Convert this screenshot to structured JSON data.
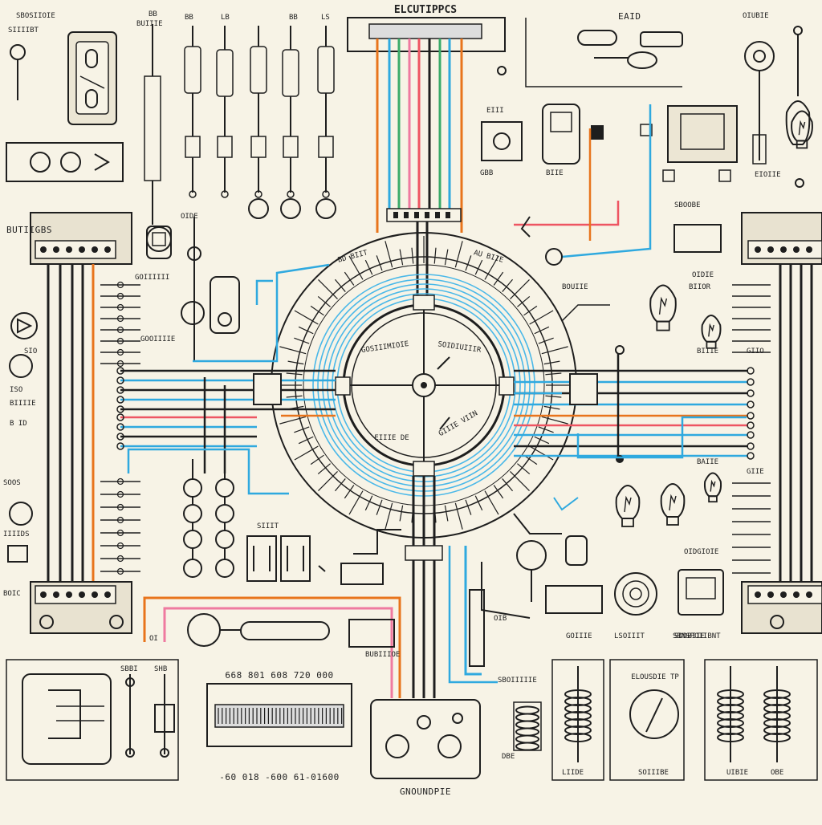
{
  "diagram": {
    "header_label": "ELCUTIPPCS",
    "top_right_label": "EAID",
    "left_title": "BUTIIGBS",
    "bottom_center_label": "GNOUNDPIE",
    "bottom_scale_left": "668 801 608 720 000",
    "bottom_scale_right": "-60 018 -600 61-01600",
    "top_left_labels": [
      "SBOSIIOIE",
      "SIIIIBT",
      "BB",
      "BUIIIE",
      "BB",
      "LB",
      "BB",
      "LS"
    ],
    "hub_labels": [
      "GOSIIIMIOIE",
      "SOIDIUIIIR",
      "EIIIE DE",
      "GIIIE VIIN",
      "BD BIIT",
      "AU BIIE"
    ],
    "left_side_labels": [
      "BIIIIE",
      "SIO",
      "ISO",
      "B ID",
      "IIIIDS",
      "SOOS",
      "BOIC"
    ],
    "right_side_labels": [
      "GIIO",
      "GIIE",
      "OIDIE",
      "BIIOR",
      "BAIIE",
      "OIDGIOIE",
      "SDDBIIE"
    ],
    "bottom_labels": [
      "LIIDE",
      "LSOIIIT",
      "SBNSPOIIBNT",
      "UIBIE",
      "SOIIIBE",
      "SBOIIIIIE",
      "GOIIIE",
      "OBE",
      "DBE",
      "SBBI",
      "SHB"
    ],
    "misc_labels": [
      "OIDE",
      "GOOIIIIE",
      "SIIIT",
      "BUBIIIOE",
      "OI",
      "GBB",
      "BIIE",
      "SBOOBE",
      "EIOIIE",
      "OIUBIE",
      "BOUIIE",
      "BIIIE",
      "OIB",
      "EIII",
      "GOIIIIII",
      "ELOUSDIE TP"
    ],
    "colors": {
      "background": "#f7f3e6",
      "ink": "#1e1e1e",
      "wire_orange": "#e8741c",
      "wire_blue": "#2fa9df",
      "wire_red": "#ee5562",
      "wire_green": "#3bab6a",
      "wire_pink": "#ef7aa0",
      "coil_blue": "#4ab8e8"
    }
  }
}
